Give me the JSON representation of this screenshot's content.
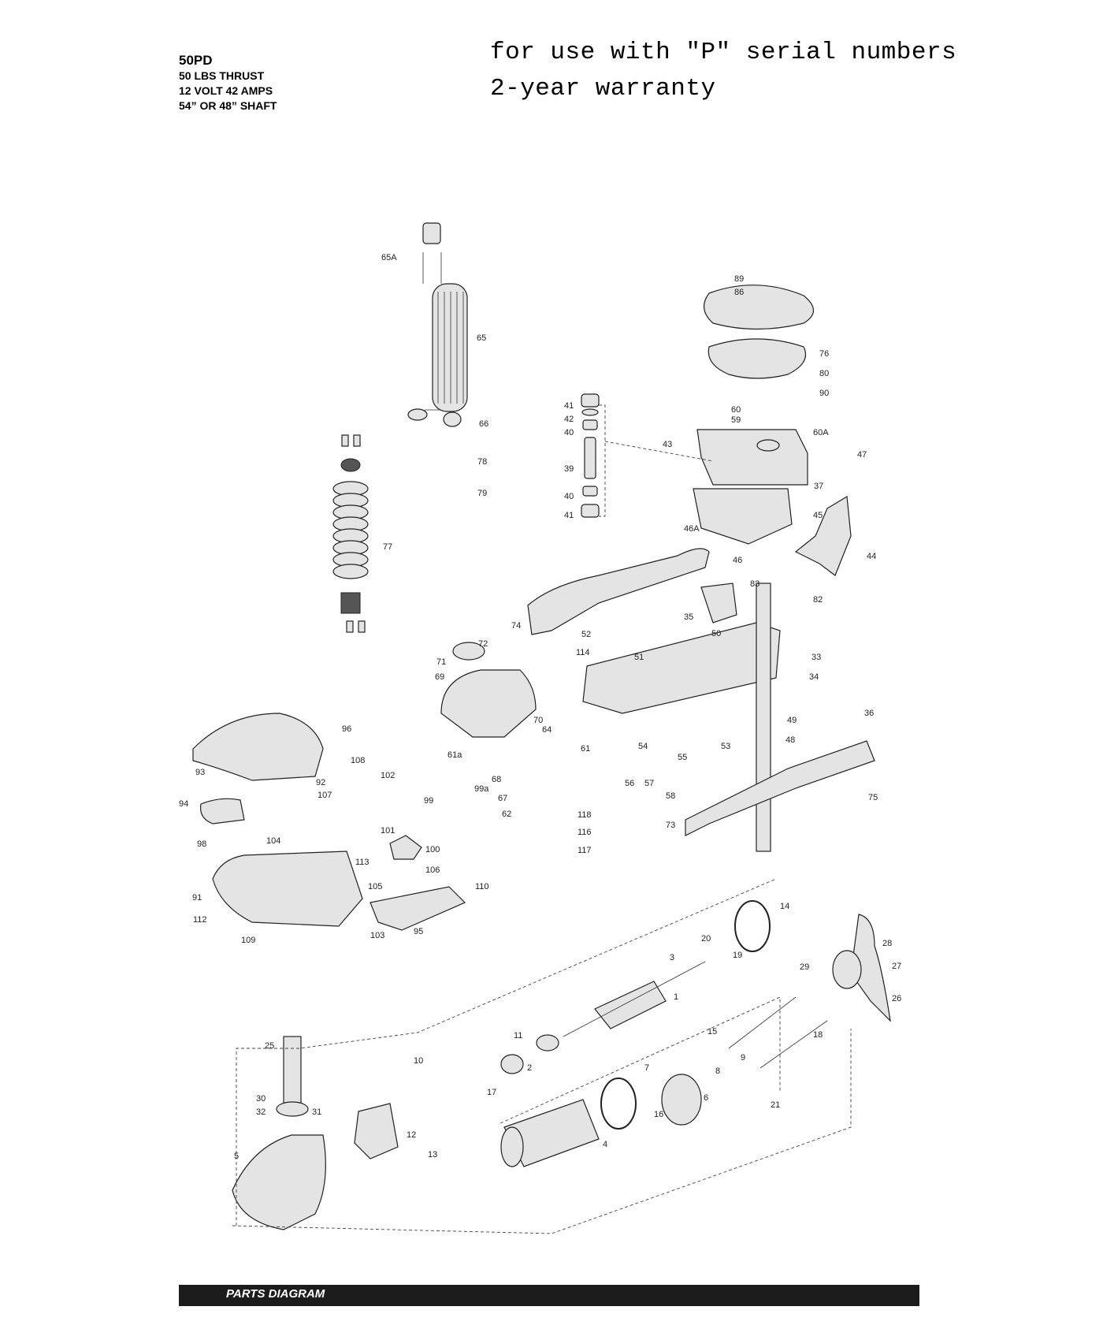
{
  "header": {
    "model": "50PD",
    "specs": [
      "50 LBS THRUST",
      "12 VOLT 42 AMPS",
      "54” OR 48” SHAFT"
    ],
    "note_lines": [
      "for use with \"P\" serial numbers",
      "2-year warranty"
    ]
  },
  "footer": {
    "label": "PARTS DIAGRAM"
  },
  "callouts": [
    "65A",
    "65",
    "66",
    "78",
    "79",
    "77",
    "89",
    "86",
    "76",
    "80",
    "90",
    "41",
    "42",
    "40",
    "39",
    "40",
    "41",
    "60",
    "59",
    "60A",
    "43",
    "47",
    "37",
    "45",
    "46A",
    "46",
    "44",
    "83",
    "82",
    "35",
    "74",
    "52",
    "50",
    "72",
    "114",
    "51",
    "33",
    "71",
    "69",
    "34",
    "36",
    "49",
    "70",
    "64",
    "61",
    "48",
    "53",
    "54",
    "55",
    "61a",
    "56",
    "57",
    "58",
    "75",
    "96",
    "93",
    "92",
    "108",
    "102",
    "107",
    "99",
    "99a",
    "68",
    "67",
    "62",
    "73",
    "94",
    "118",
    "116",
    "117",
    "98",
    "104",
    "101",
    "100",
    "113",
    "106",
    "105",
    "110",
    "91",
    "112",
    "95",
    "103",
    "109",
    "14",
    "20",
    "19",
    "28",
    "3",
    "27",
    "29",
    "26",
    "1",
    "15",
    "18",
    "11",
    "9",
    "8",
    "7",
    "25",
    "10",
    "2",
    "17",
    "6",
    "30",
    "31",
    "32",
    "16",
    "21",
    "12",
    "4",
    "13",
    "5"
  ]
}
